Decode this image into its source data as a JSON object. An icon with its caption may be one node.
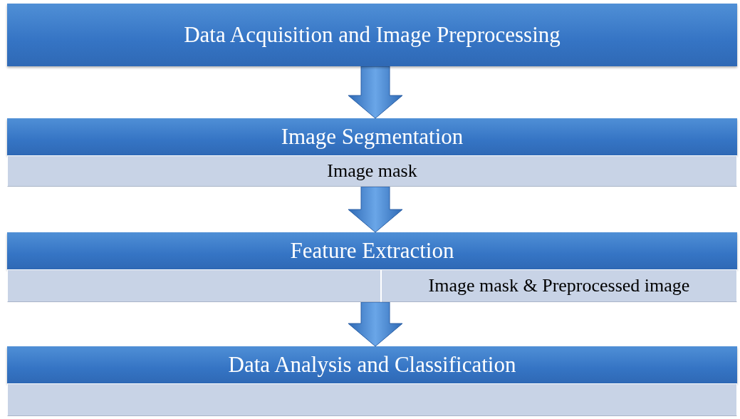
{
  "diagram": {
    "nodes": [
      {
        "text": [
          "Data Acquisition and Image Preprocessing"
        ]
      },
      {
        "text": [
          "Image Segmentation"
        ]
      },
      {
        "text": [
          "Image mask"
        ]
      },
      {
        "text": [
          "Feature Extraction"
        ]
      },
      {
        "text": [],
        "shape": "box"
      },
      {
        "text": [
          "Image mask & Preprocessed image"
        ]
      },
      {
        "text": [
          "Data Analysis and Classification"
        ]
      },
      {
        "text": [],
        "shape": "box"
      }
    ],
    "edges": [
      {
        "from": 0,
        "to": 1,
        "arrow": "to",
        "style": "thick"
      },
      {
        "from": 2,
        "to": 3,
        "arrow": "to",
        "style": "thick"
      },
      {
        "from": 4,
        "to": 6,
        "arrow": "to",
        "style": "thick"
      },
      {
        "from": 5,
        "to": 6,
        "arrow": "to",
        "style": "thick"
      }
    ]
  }
}
